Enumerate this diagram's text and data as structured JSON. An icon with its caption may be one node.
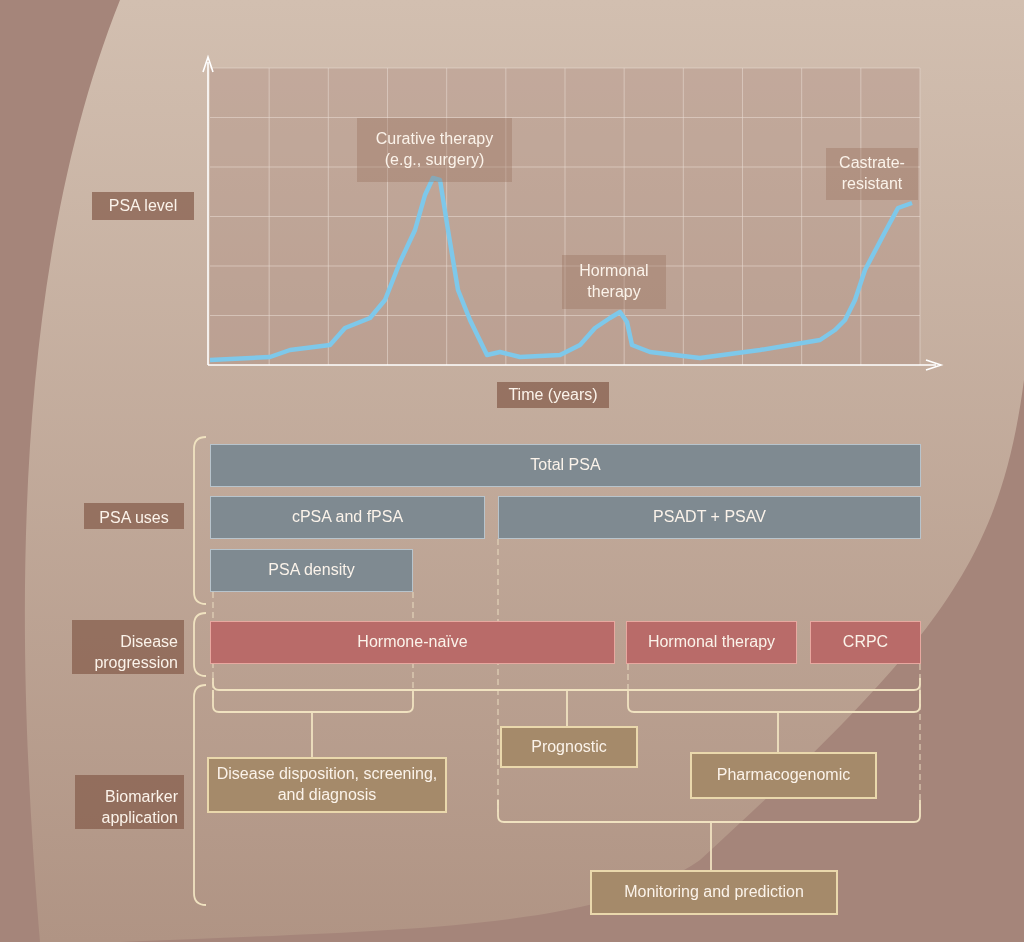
{
  "diagram": {
    "nodes": [
      {
        "text": [
          "Curative therapy (e.g., surgery)"
        ]
      },
      {
        "text": [
          "Castrate-resistant"
        ]
      },
      {
        "text": [
          "PSA level"
        ]
      },
      {
        "text": [
          "Hormonal therapy"
        ]
      },
      {
        "text": [
          "Time (years)"
        ]
      },
      {
        "text": [
          "Total PSA"
        ]
      },
      {
        "text": [
          "PSA uses"
        ]
      },
      {
        "text": [
          "cPSA and fPSA"
        ]
      },
      {
        "text": [
          "PSADT + PSAV"
        ]
      },
      {
        "text": [
          "PSA density"
        ]
      },
      {
        "text": [
          "Disease progression"
        ]
      },
      {
        "text": [
          "Hormone-naïve"
        ]
      },
      {
        "text": [
          "Hormonal therapy"
        ]
      },
      {
        "text": [
          "CRPC"
        ]
      },
      {
        "text": [
          "Prognostic"
        ]
      },
      {
        "text": [
          "Biomarker application"
        ]
      },
      {
        "text": [
          "Pharmacogenomic"
        ]
      },
      {
        "text": [
          "Disease disposition, screening, and diagnosis"
        ]
      },
      {
        "text": [
          "Monitoring and prediction"
        ]
      }
    ],
    "edges": []
  }
}
